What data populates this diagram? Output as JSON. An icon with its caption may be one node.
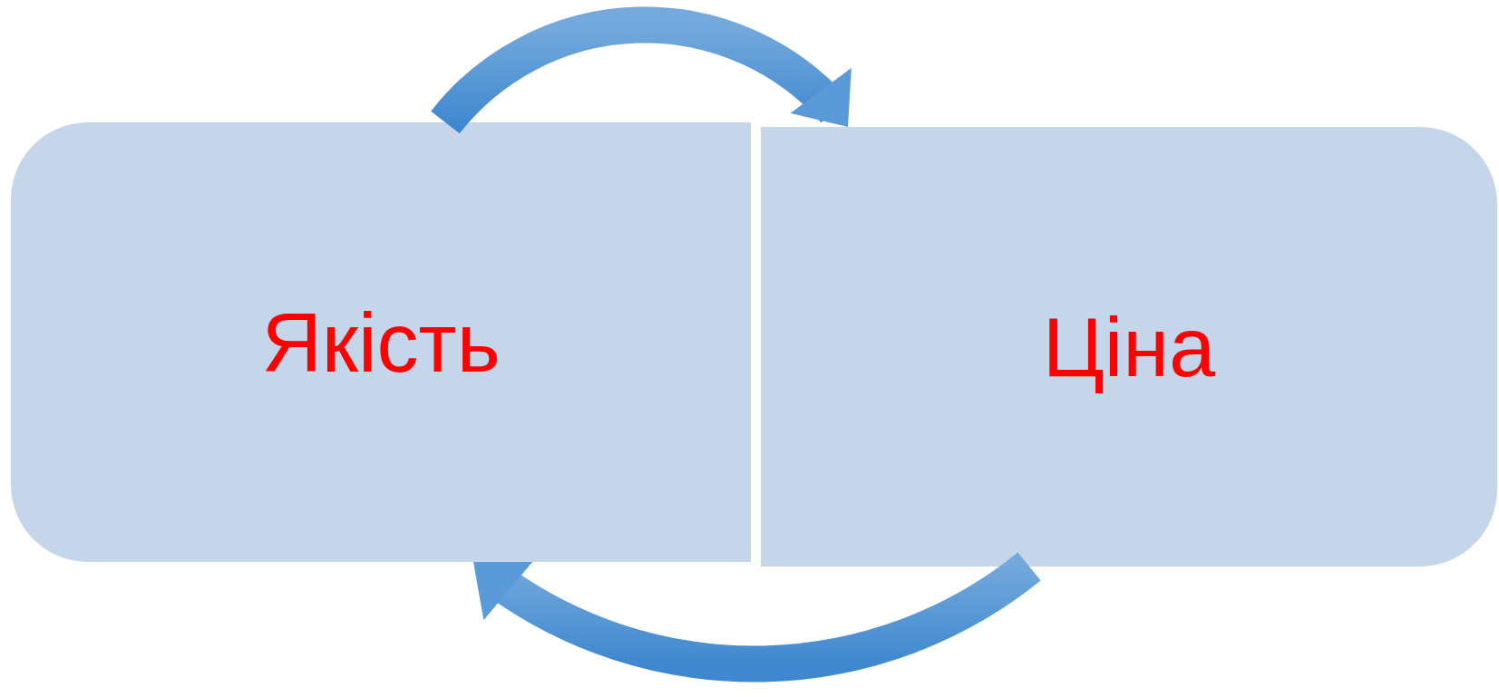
{
  "diagram": {
    "nodes": [
      {
        "text": [
          "Якість"
        ]
      },
      {
        "text": [
          "Ціна"
        ]
      }
    ],
    "edges": [
      {
        "from": 0,
        "to": 1,
        "arrow": "to"
      },
      {
        "from": 1,
        "to": 0,
        "arrow": "to"
      }
    ]
  }
}
